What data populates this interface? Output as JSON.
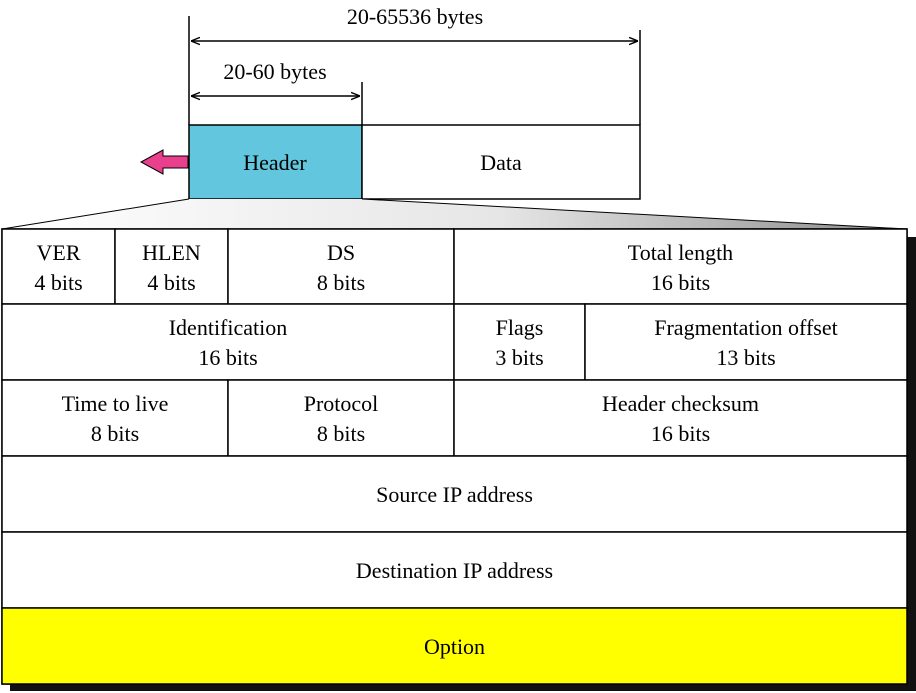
{
  "datagram": {
    "total_length_label": "20-65536 bytes",
    "header_length_label": "20-60 bytes",
    "header_label": "Header",
    "data_label": "Data",
    "header_color": "#62c6de",
    "arrow_color": "#e8408c",
    "arrow_icon": "left-arrow-icon"
  },
  "header_format": {
    "rows": [
      {
        "fields": [
          {
            "name": "VER",
            "size": "4 bits"
          },
          {
            "name": "HLEN",
            "size": "4 bits"
          },
          {
            "name": "DS",
            "size": "8 bits"
          },
          {
            "name": "Total length",
            "size": "16 bits"
          }
        ]
      },
      {
        "fields": [
          {
            "name": "Identification",
            "size": "16 bits"
          },
          {
            "name": "Flags",
            "size": "3 bits"
          },
          {
            "name": "Fragmentation offset",
            "size": "13 bits"
          }
        ]
      },
      {
        "fields": [
          {
            "name": "Time to live",
            "size": "8 bits"
          },
          {
            "name": "Protocol",
            "size": "8 bits"
          },
          {
            "name": "Header checksum",
            "size": "16 bits"
          }
        ]
      },
      {
        "fields": [
          {
            "name": "Source IP address"
          }
        ]
      },
      {
        "fields": [
          {
            "name": "Destination IP address"
          }
        ]
      },
      {
        "fields": [
          {
            "name": "Option"
          }
        ]
      }
    ],
    "option_color": "#ffff00",
    "shadow_color": "#111111"
  }
}
